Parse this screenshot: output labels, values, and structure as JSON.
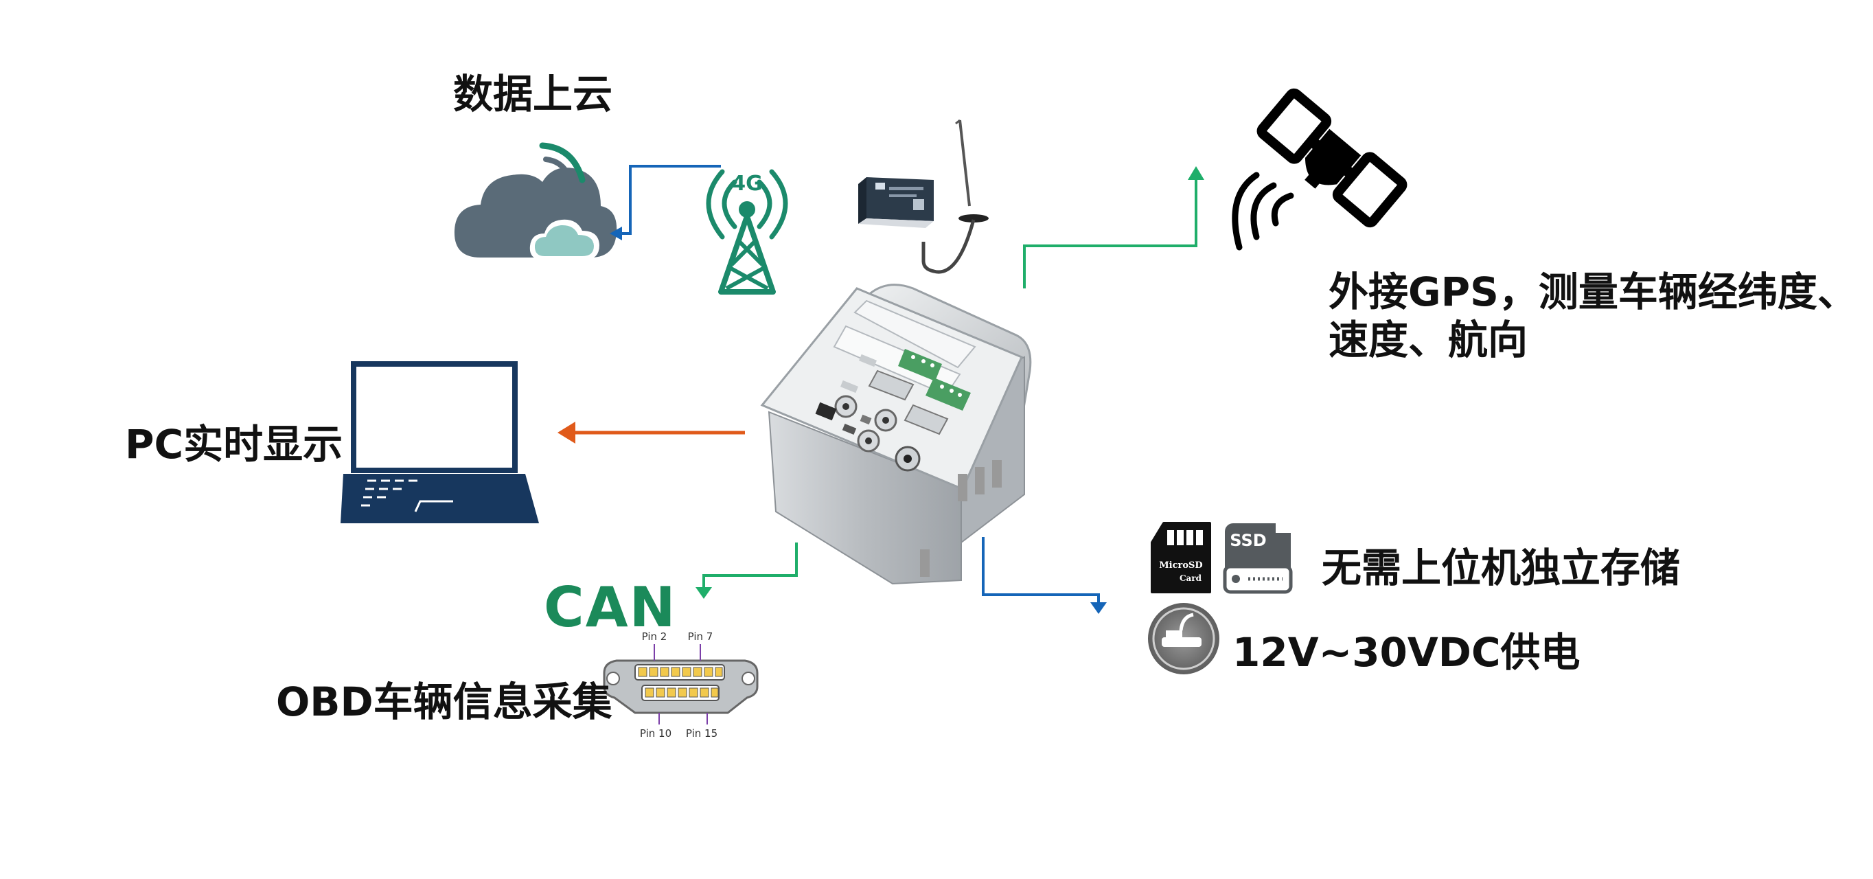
{
  "labels": {
    "cloud": "数据上云",
    "gps": "外接GPS，测量车辆经纬度、",
    "gps_line2": "速度、航向",
    "pc": "PC实时显示",
    "obd": "OBD车辆信息采集",
    "storage": "无需上位机独立存储",
    "power": "12V~30VDC供电",
    "can": "CAN"
  },
  "tower_text": "4G",
  "pins": {
    "p2": "Pin 2",
    "p7": "Pin 7",
    "p10": "Pin 10",
    "p15": "Pin 15"
  },
  "cards": {
    "microsd": "MicroSD",
    "card": "Card",
    "ssd": "SSD"
  },
  "colors": {
    "blue_arrow": "#1565b8",
    "green_arrow": "#1fae6a",
    "orange_arrow": "#e05a1a",
    "laptop": "#17375e",
    "cloud": "#5a6b78",
    "cloud_small": "#8fc8c2",
    "tower": "#1b8a6b"
  }
}
